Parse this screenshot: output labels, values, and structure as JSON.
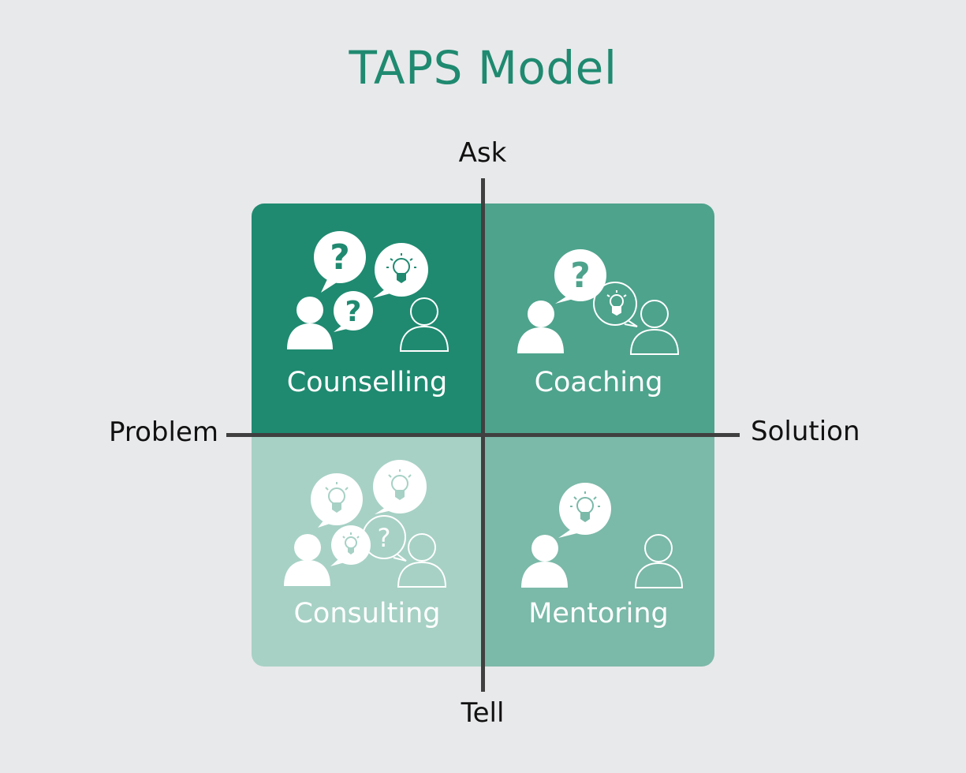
{
  "title": "TAPS Model",
  "axes": {
    "top": "Ask",
    "bottom": "Tell",
    "left": "Problem",
    "right": "Solution"
  },
  "quadrants": [
    {
      "key": "counselling",
      "label": "Counselling",
      "color": "#1f8a70"
    },
    {
      "key": "coaching",
      "label": "Coaching",
      "color": "#4ea38c"
    },
    {
      "key": "consulting",
      "label": "Consulting",
      "color": "#a7d1c5"
    },
    {
      "key": "mentoring",
      "label": "Mentoring",
      "color": "#7bb9a8"
    }
  ],
  "colors": {
    "title": "#1f8a70",
    "axis": "#404040",
    "background": "#e8e9eb",
    "icon": "#ffffff"
  },
  "icons": [
    "person-filled-icon",
    "person-outline-icon",
    "question-bubble-icon",
    "lightbulb-bubble-icon"
  ]
}
